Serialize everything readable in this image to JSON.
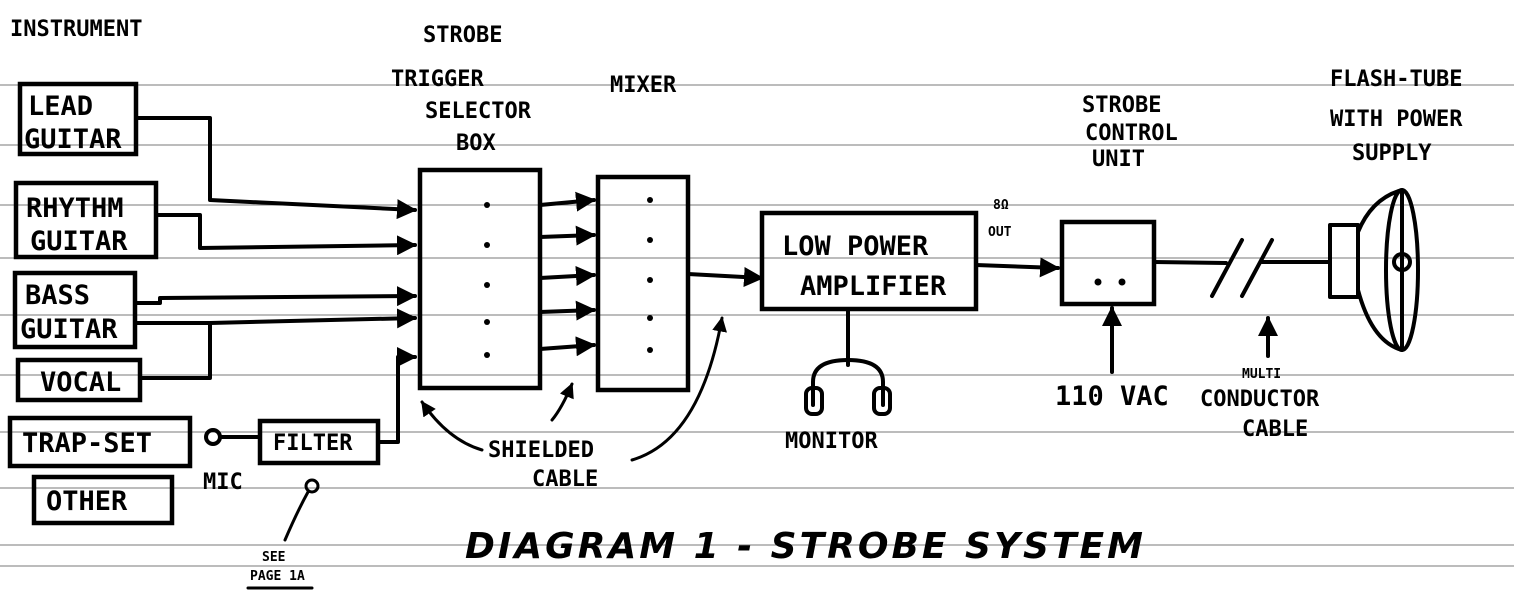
{
  "header": {
    "instrument": "INSTRUMENT"
  },
  "instruments": [
    {
      "line1": "LEAD",
      "line2": "GUITAR"
    },
    {
      "line1": "RHYTHM",
      "line2": "GUITAR"
    },
    {
      "line1": "BASS",
      "line2": "GUITAR"
    },
    {
      "line1": "VOCAL"
    },
    {
      "line1": "TRAP-SET"
    },
    {
      "line1": "OTHER"
    }
  ],
  "mic": "MIC",
  "filter": "FILTER",
  "see_page": {
    "line1": "SEE",
    "line2": "PAGE 1A"
  },
  "selector_label": {
    "line1": "STROBE",
    "line2": "TRIGGER",
    "line3": "SELECTOR",
    "line4": "BOX"
  },
  "mixer_label": "MIXER",
  "amplifier": {
    "line1": "LOW POWER",
    "line2": "AMPLIFIER"
  },
  "monitor": "MONITOR",
  "shielded_cable": {
    "line1": "SHIELDED",
    "line2": "CABLE"
  },
  "output": {
    "line1": "8Ω",
    "line2": "OUT"
  },
  "control_unit": {
    "line1": "STROBE",
    "line2": "CONTROL",
    "line3": "UNIT"
  },
  "power": "110 VAC",
  "multi_cable": {
    "line1": "MULTI",
    "line2": "CONDUCTOR",
    "line3": "CABLE"
  },
  "flash_tube": {
    "line1": "FLASH-TUBE",
    "line2": "WITH POWER",
    "line3": "SUPPLY"
  },
  "title": "DIAGRAM 1 - STROBE SYSTEM"
}
